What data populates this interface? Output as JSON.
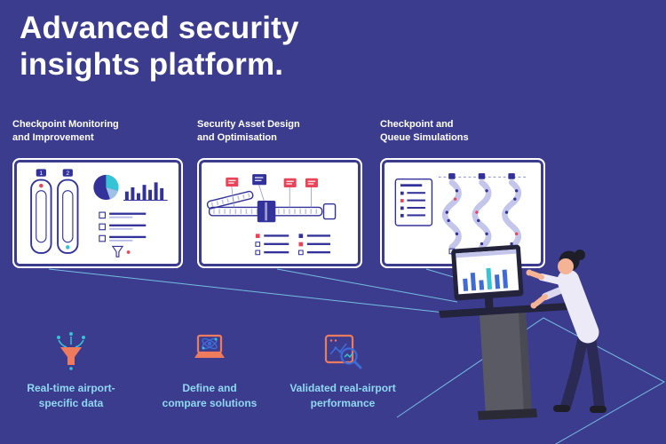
{
  "header": {
    "title_lines": [
      "Advanced security",
      "insights platform."
    ]
  },
  "panels": [
    {
      "label_lines": [
        "Checkpoint Monitoring",
        "and Improvement"
      ],
      "lane_numbers": [
        "1",
        "2"
      ]
    },
    {
      "label_lines": [
        "Security Asset Design",
        "and Optimisation"
      ]
    },
    {
      "label_lines": [
        "Checkpoint and",
        "Queue Simulations"
      ]
    }
  ],
  "features": [
    {
      "icon": "funnel-data-icon",
      "caption_lines": [
        "Real-time airport-",
        "specific data"
      ]
    },
    {
      "icon": "laptop-atom-icon",
      "caption_lines": [
        "Define and",
        "compare solutions"
      ]
    },
    {
      "icon": "magnifier-chart-icon",
      "caption_lines": [
        "Validated real-airport",
        "performance"
      ]
    }
  ],
  "colors": {
    "background": "#3c3c8e",
    "ink_navy": "#32329a",
    "coral": "#ef7b5e",
    "teal": "#35c3d6",
    "blue": "#3f6bd6",
    "caption_blue": "#8fd8f2",
    "red": "#e8445a",
    "line_blue": "#7fd3ee"
  }
}
